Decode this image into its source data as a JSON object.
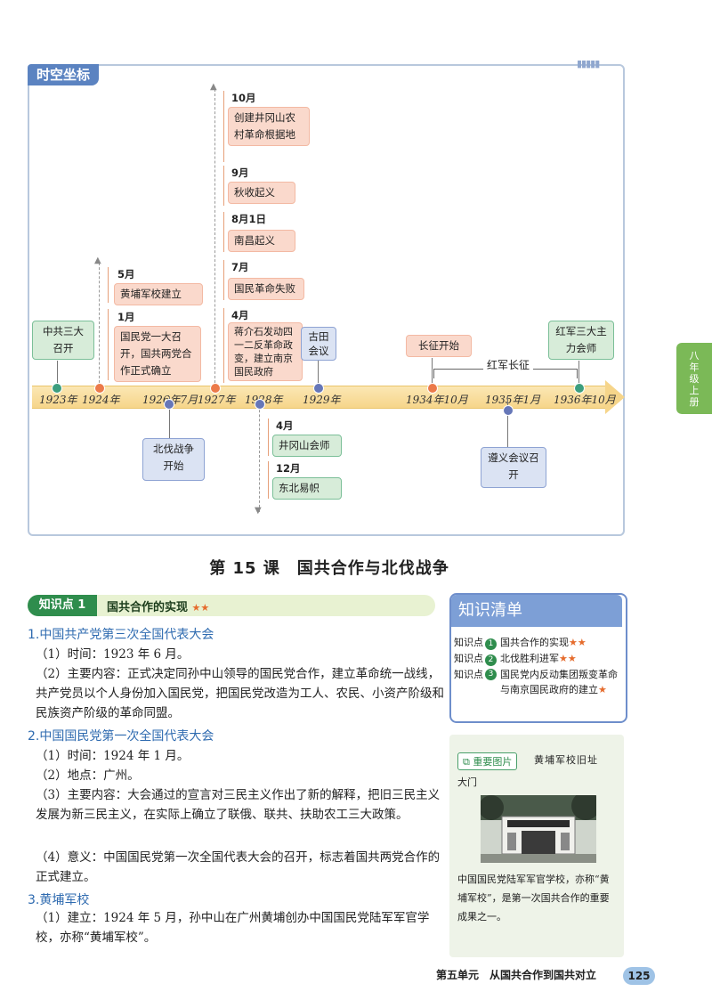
{
  "timeline": {
    "label": "时空坐标",
    "side_tab": [
      "八",
      "年",
      "级",
      "上",
      "册"
    ],
    "years": [
      "1923年",
      "1924年",
      "1926年7月",
      "1927年",
      "1928年",
      "1929年",
      "1934年10月",
      "1935年1月",
      "1936年10月"
    ],
    "events": {
      "e1923": "中共三大召开",
      "e1924_may_month": "5月",
      "e1924_may": "黄埔军校建立",
      "e1924_jan_month": "1月",
      "e1924_jan": "国民党一大召开，国共两党合作正式确立",
      "e1926": "北伐战争开始",
      "e1927_oct_month": "10月",
      "e1927_oct": "创建井冈山农村革命根据地",
      "e1927_sep_month": "9月",
      "e1927_sep": "秋收起义",
      "e1927_aug_month": "8月1日",
      "e1927_aug": "南昌起义",
      "e1927_jul_month": "7月",
      "e1927_jul": "国民革命失败",
      "e1927_apr_month": "4月",
      "e1927_apr": "蒋介石发动四一二反革命政变，建立南京国民政府",
      "e1928_apr_month": "4月",
      "e1928_apr": "井冈山会师",
      "e1928_dec_month": "12月",
      "e1928_dec": "东北易帜",
      "e1929": "古田会议",
      "e1934": "长征开始",
      "long_march": "红军长征",
      "e1935": "遵义会议召开",
      "e1936": "红军三大主力会师"
    }
  },
  "lesson": {
    "title": "第 15 课　国共合作与北伐战争",
    "kp_tag": "知识点 1",
    "kp_title": "国共合作的实现",
    "stars": "★★",
    "s1_title": "1.中国共产党第三次全国代表大会",
    "s1_i1": "（1）时间：1923 年 6 月。",
    "s1_i2": "（2）主要内容：正式决定同孙中山领导的国民党合作，建立革命统一战线，共产党员以个人身份加入国民党，把国民党改造为工人、农民、小资产阶级和民族资产阶级的革命同盟。",
    "s2_title": "2.中国国民党第一次全国代表大会",
    "s2_i1": "（1）时间：1924 年 1 月。",
    "s2_i2": "（2）地点：广州。",
    "s2_i3": "（3）主要内容：大会通过的宣言对三民主义作出了新的解释，把旧三民主义发展为新三民主义，在实际上确立了联俄、联共、扶助农工三大政策。",
    "s2_i4": "（4）意义：中国国民党第一次全国代表大会的召开，标志着国共两党合作的正式建立。",
    "s3_title": "3.黄埔军校",
    "s3_i1": "（1）建立：1924 年 5 月，孙中山在广州黄埔创办中国国民党陆军军官学校，亦称“黄埔军校”。"
  },
  "sidebar": {
    "list_title": "知识清单",
    "items": [
      {
        "prefix": "知识点",
        "num": "1",
        "text": "国共合作的实现",
        "stars": "★★"
      },
      {
        "prefix": "知识点",
        "num": "2",
        "text": "北伐胜利进军",
        "stars": "★★"
      },
      {
        "prefix": "知识点",
        "num": "3",
        "text": "国民党内反动集团叛变革命与南京国民政府的建立",
        "stars": "★"
      }
    ],
    "img_tag": "重要图片",
    "img_caption_a": "黄埔军校旧址",
    "img_caption_b": "大门",
    "img_desc": "中国国民党陆军军官学校，亦称“黄埔军校”，是第一次国共合作的重要成果之一。"
  },
  "footer": {
    "unit": "第五单元　从国共合作到国共对立",
    "page": "125"
  }
}
